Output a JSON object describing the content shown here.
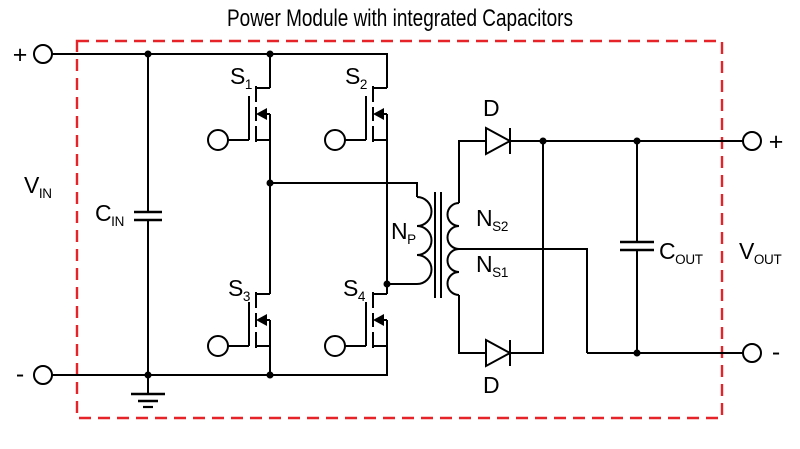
{
  "title": "Power Module with integrated Capacitors",
  "colors": {
    "accent_red": "#e62329",
    "wire": "#000000"
  },
  "input": {
    "plus_sign": "+",
    "minus_sign": "-",
    "voltage": {
      "main": "V",
      "sub": "IN"
    },
    "capacitor": {
      "main": "C",
      "sub": "IN"
    }
  },
  "output": {
    "plus_sign": "+",
    "minus_sign": "-",
    "voltage": {
      "main": "V",
      "sub": "OUT"
    },
    "capacitor": {
      "main": "C",
      "sub": "OUT"
    }
  },
  "switches": {
    "s1": {
      "main": "S",
      "sub": "1"
    },
    "s2": {
      "main": "S",
      "sub": "2"
    },
    "s3": {
      "main": "S",
      "sub": "3"
    },
    "s4": {
      "main": "S",
      "sub": "4"
    }
  },
  "transformer": {
    "primary": {
      "main": "N",
      "sub": "P"
    },
    "secondary_top": {
      "main": "N",
      "sub": "S2"
    },
    "secondary_bottom": {
      "main": "N",
      "sub": "S1"
    }
  },
  "diodes": {
    "top": "D",
    "bottom": "D"
  }
}
